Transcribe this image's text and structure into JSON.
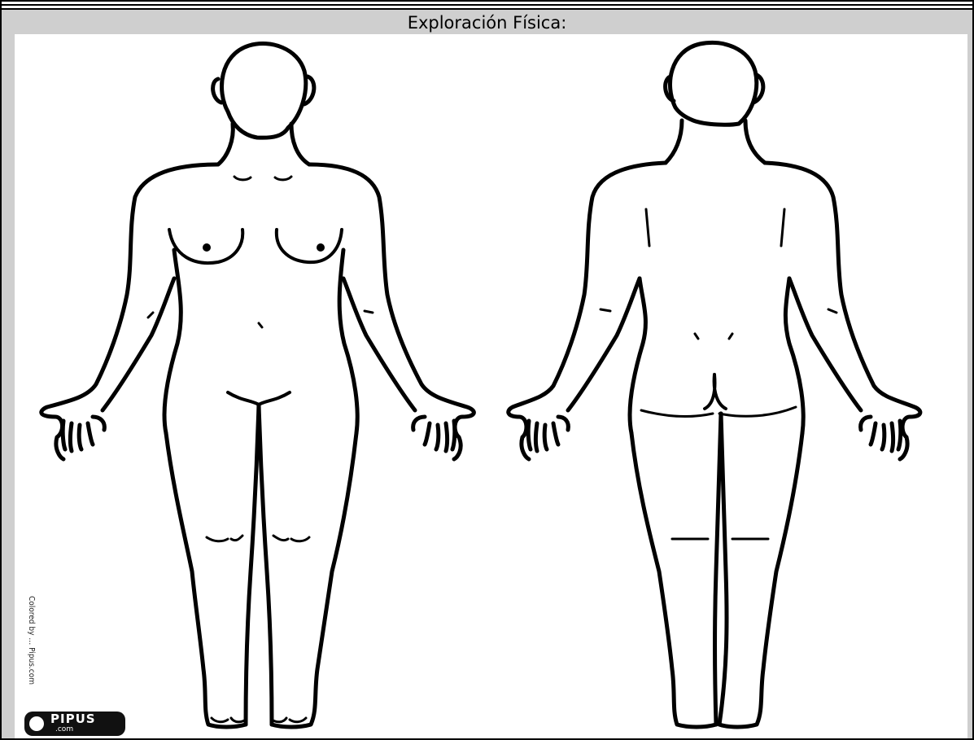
{
  "header": {
    "title": "Exploración Física:"
  },
  "figure": {
    "front_view": "anterior",
    "back_view": "posterior"
  },
  "credit": {
    "text": "Colored by … Pipus.com",
    "logo_name": "PIPUS",
    "logo_sub": ".com"
  }
}
